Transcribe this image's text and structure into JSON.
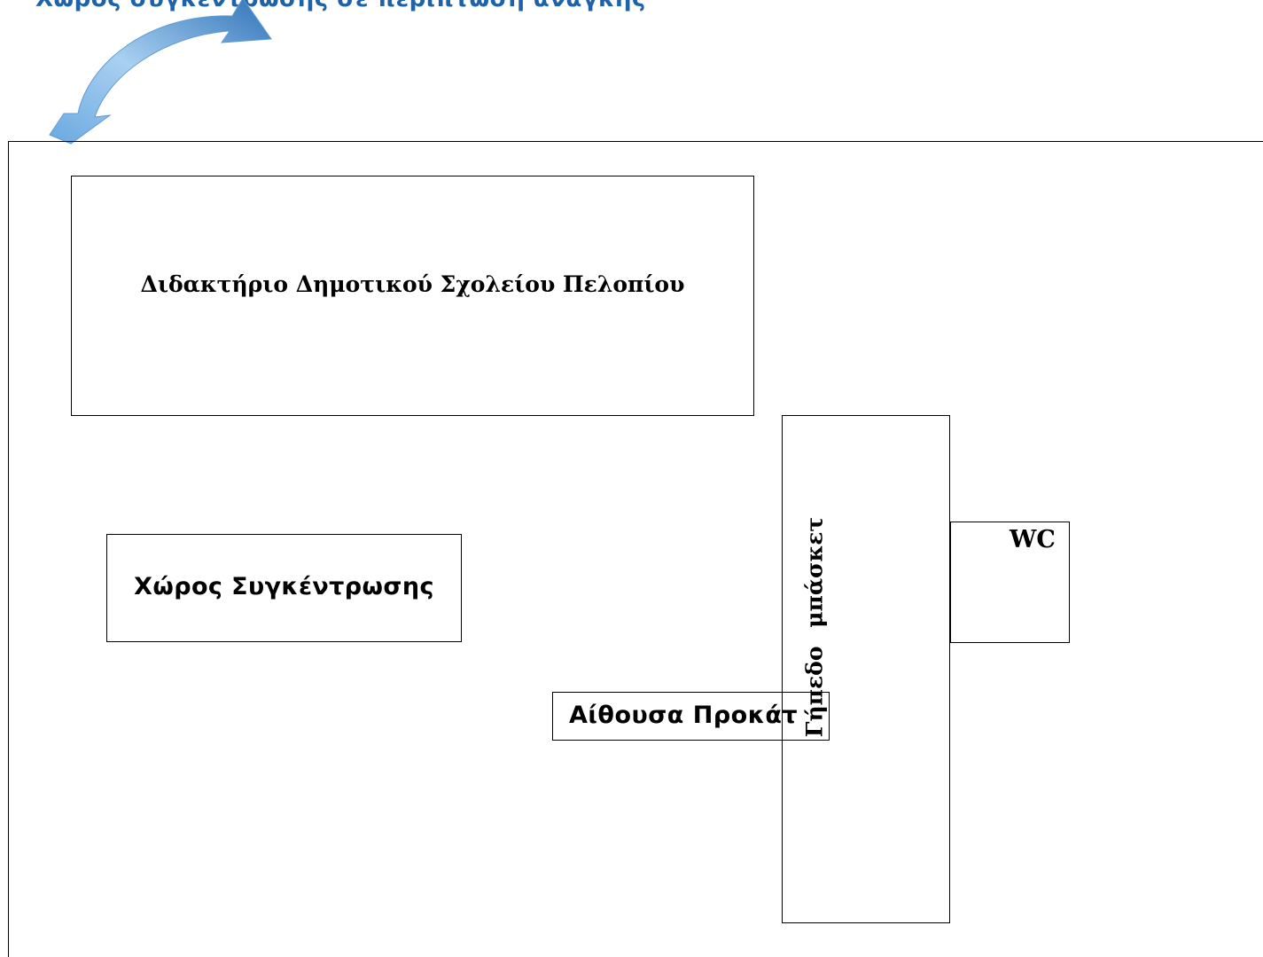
{
  "heading": "Χώρος συγκέντρωσης σε περίπτωση ανάγκης",
  "buildings": {
    "school": "Διδακτήριο Δημοτικού Σχολείου Πελοπίου",
    "assembly_area": "Χώρος Συγκέντρωσης",
    "basketball_court": "Γήπεδο μπάσκετ",
    "wc": "WC",
    "prefab_room": "Αίθουσα Προκάτ"
  },
  "colors": {
    "heading": "#1f62a8",
    "arrow_light": "#8fc0ea",
    "arrow_dark": "#2f72b8",
    "outline": "#000000"
  },
  "icons": {
    "pointer": "curved-arrow-icon"
  }
}
